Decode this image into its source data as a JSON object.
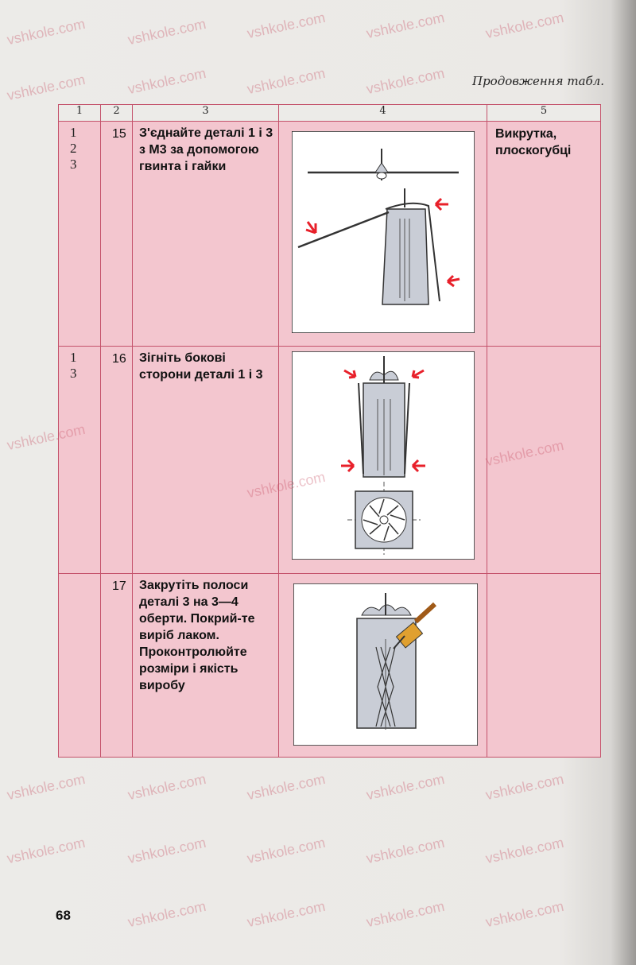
{
  "header": {
    "continuation": "Продовження табл."
  },
  "table": {
    "columns": [
      "1",
      "2",
      "3",
      "4",
      "5"
    ],
    "rows": [
      {
        "parts": "1\n2\n3",
        "step": "15",
        "instruction": "З'єднайте деталі 1 і 3 з М3 за допомогою гвинта і гайки",
        "tools": "Викрутка, плоскогубці"
      },
      {
        "parts": "1\n3",
        "step": "16",
        "instruction": "Зігніть бокові сторони деталі 1 і 3",
        "tools": ""
      },
      {
        "parts": "",
        "step": "17",
        "instruction": "Закрутіть полоси деталі 3 на 3—4 оберти. Покрий-те виріб лаком. Проконтролюйте розміри і якість виробу",
        "tools": ""
      }
    ]
  },
  "watermark": {
    "text": "vshkole.com"
  },
  "footer": {
    "page_number": "68"
  },
  "colors": {
    "cell": "#f3c6cf",
    "border": "#c4526b",
    "arrow": "#e8202a",
    "part": "#c9cdd6"
  }
}
